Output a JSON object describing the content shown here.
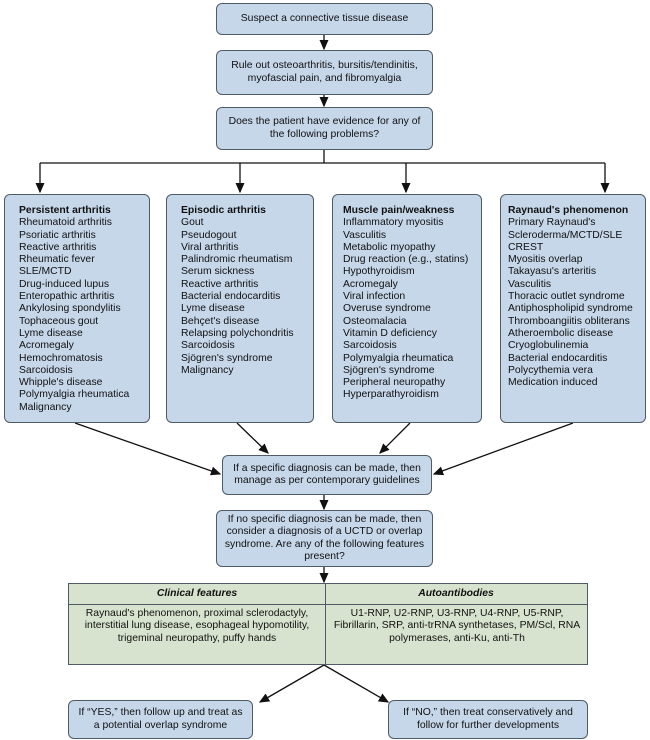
{
  "nodes": {
    "start": "Suspect a connective tissue disease",
    "rule_out": "Rule out osteoarthritis, bursitis/tendinitis, myofascial pain, and fibromyalgia",
    "question": "Does the patient have evidence for any of the following problems?",
    "specific": "If a specific diagnosis can be made, then manage as per contemporary guidelines",
    "no_specific": "If no specific diagnosis can be made, then consider a diagnosis of a UCTD or overlap syndrome. Are any of the following features present?",
    "yes": "If “YES,” then follow up and treat as a potential overlap syndrome",
    "no": "If “NO,” then treat conservatively and follow for further developments"
  },
  "columns": [
    {
      "title": "Persistent arthritis",
      "items": [
        "Rheumatoid arthritis",
        "Psoriatic arthritis",
        "Reactive arthritis",
        "Rheumatic fever",
        "SLE/MCTD",
        "Drug-induced lupus",
        "Enteropathic arthritis",
        "Ankylosing spondylitis",
        "Tophaceous gout",
        "Lyme disease",
        "Acromegaly",
        "Hemochromatosis",
        "Sarcoidosis",
        "Whipple's disease",
        "Polymyalgia rheumatica",
        "Malignancy"
      ]
    },
    {
      "title": "Episodic arthritis",
      "items": [
        "Gout",
        "Pseudogout",
        "Viral arthritis",
        "Palindromic rheumatism",
        "Serum sickness",
        "Reactive arthritis",
        "Bacterial endocarditis",
        "Lyme disease",
        "Behçet's disease",
        "Relapsing polychondritis",
        "Sarcoidosis",
        "Sjögren's syndrome",
        "Malignancy"
      ]
    },
    {
      "title": "Muscle pain/weakness",
      "items": [
        "Inflammatory myositis",
        "Vasculitis",
        "Metabolic myopathy",
        "Drug reaction (e.g., statins)",
        "Hypothyroidism",
        "Acromegaly",
        "Viral infection",
        "Overuse syndrome",
        "Osteomalacia",
        "Vitamin D deficiency",
        "Sarcoidosis",
        "Polymyalgia rheumatica",
        "Sjögren's syndrome",
        "Peripheral neuropathy",
        "Hyperparathyroidism"
      ]
    },
    {
      "title": "Raynaud's phenomenon",
      "items": [
        "Primary Raynaud's",
        "Scleroderma/MCTD/SLE",
        "CREST",
        "Myositis overlap",
        "Takayasu's arteritis",
        "Vasculitis",
        "Thoracic outlet syndrome",
        "Antiphospholipid syndrome",
        "Thromboangiitis obliterans",
        "Atheroembolic disease",
        "Cryoglobulinemia",
        "Bacterial endocarditis",
        "Polycythemia vera",
        "Medication induced"
      ]
    }
  ],
  "table": {
    "clinical_header": "Clinical features",
    "clinical_text": "Raynaud's phenomenon, proximal sclerodactyly, interstitial lung disease, esophageal hypomotility, trigeminal neuropathy, puffy hands",
    "auto_header": "Autoantibodies",
    "auto_text": "U1-RNP, U2-RNP, U3-RNP, U4-RNP, U5-RNP, Fibrillarin, SRP, anti-trRNA synthetases, PM/Scl, RNA polymerases, anti-Ku, anti-Th"
  },
  "colors": {
    "box_fill": "#c6d7ea",
    "table_fill": "#d8e3cf",
    "border": "#4f5b66"
  }
}
